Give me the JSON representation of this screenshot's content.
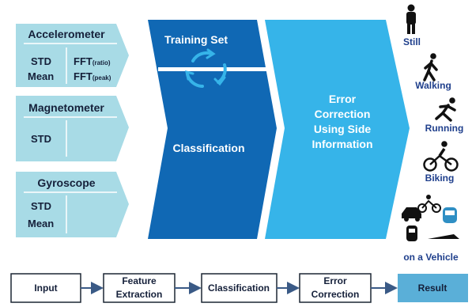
{
  "sensors": [
    {
      "title": "Accelerometer",
      "left_features": [
        "STD",
        "Mean"
      ],
      "right_features": [
        {
          "main": "FFT",
          "sub": "(ratio)"
        },
        {
          "main": "FFT",
          "sub": "(peak)"
        }
      ]
    },
    {
      "title": "Magnetometer",
      "left_features": [
        "STD"
      ],
      "right_features": []
    },
    {
      "title": "Gyroscope",
      "left_features": [
        "STD",
        "Mean"
      ],
      "right_features": []
    }
  ],
  "training_block": {
    "training_label": "Training Set",
    "classification_label": "Classification"
  },
  "error_block": {
    "lines": [
      "Error",
      "Correction",
      "Using Side",
      "Information"
    ]
  },
  "activities": [
    {
      "label": "Still",
      "icon": "standing-person-icon"
    },
    {
      "label": "Walking",
      "icon": "walking-person-icon"
    },
    {
      "label": "Running",
      "icon": "running-person-icon"
    },
    {
      "label": "Biking",
      "icon": "biking-person-icon"
    },
    {
      "label": "on a Vehicle",
      "icon": "vehicles-icon"
    }
  ],
  "flow": {
    "steps": [
      {
        "lines": [
          "Input"
        ]
      },
      {
        "lines": [
          "Feature",
          "Extraction"
        ]
      },
      {
        "lines": [
          "Classification"
        ]
      },
      {
        "lines": [
          "Error",
          "Correction"
        ]
      },
      {
        "lines": [
          "Result"
        ]
      }
    ]
  },
  "colors": {
    "sensor_fill": "#a8dbe6",
    "training_fill": "#1068b4",
    "error_fill": "#36b4e9",
    "result_fill": "#5aafd8",
    "activity_text": "#1f3f8c"
  }
}
